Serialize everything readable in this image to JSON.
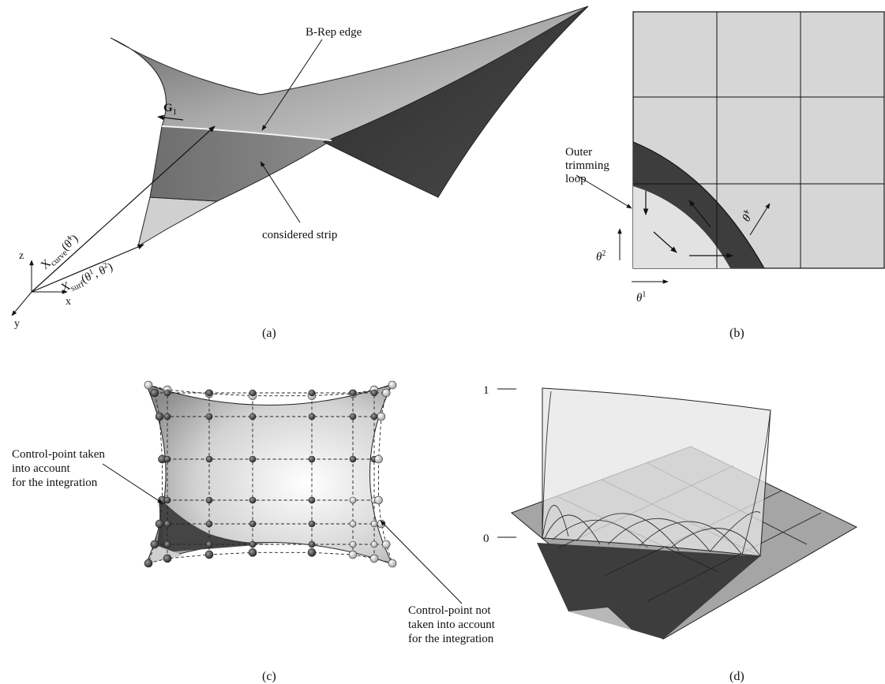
{
  "panels": {
    "a": {
      "caption": "(a)",
      "labels": {
        "brep_edge": "B-Rep edge",
        "g1": "G",
        "g1_sub": "1",
        "considered_strip": "considered strip",
        "x_curve": "X",
        "x_curve_sub": "curve",
        "x_curve_arg": "(θ̃",
        "x_curve_arg_sup": "1",
        "x_curve_close": ")",
        "x_surf": "X",
        "x_surf_sub": "surf",
        "x_surf_arg": "(θ",
        "x_surf_arg_sup1": "1",
        "x_surf_mid": ", θ",
        "x_surf_arg_sup2": "2",
        "x_surf_close": ")",
        "axis_z": "z",
        "axis_x": "x",
        "axis_y": "y"
      }
    },
    "b": {
      "caption": "(b)",
      "labels": {
        "outer_line1": "Outer",
        "outer_line2": "trimming",
        "outer_line3": "loop",
        "theta_tilde": "θ̃",
        "theta_tilde_sup": "1",
        "theta2": "θ",
        "theta2_sup": "2",
        "theta1": "θ",
        "theta1_sup": "1"
      }
    },
    "c": {
      "caption": "(c)",
      "labels": {
        "taken_line1": "Control-point taken",
        "taken_line2": "into account",
        "taken_line3": "for the integration",
        "not_taken_line1": "Control-point not",
        "not_taken_line2": "taken into account",
        "not_taken_line3": "for the integration"
      }
    },
    "d": {
      "caption": "(d)",
      "labels": {
        "tick_one": "1",
        "tick_zero": "0"
      }
    }
  },
  "colors": {
    "surface_light": "#d6d6d6",
    "surface_mid": "#9a9a9a",
    "surface_dark": "#3c3c3c",
    "paper": "#ffffff",
    "ink": "#111111"
  }
}
